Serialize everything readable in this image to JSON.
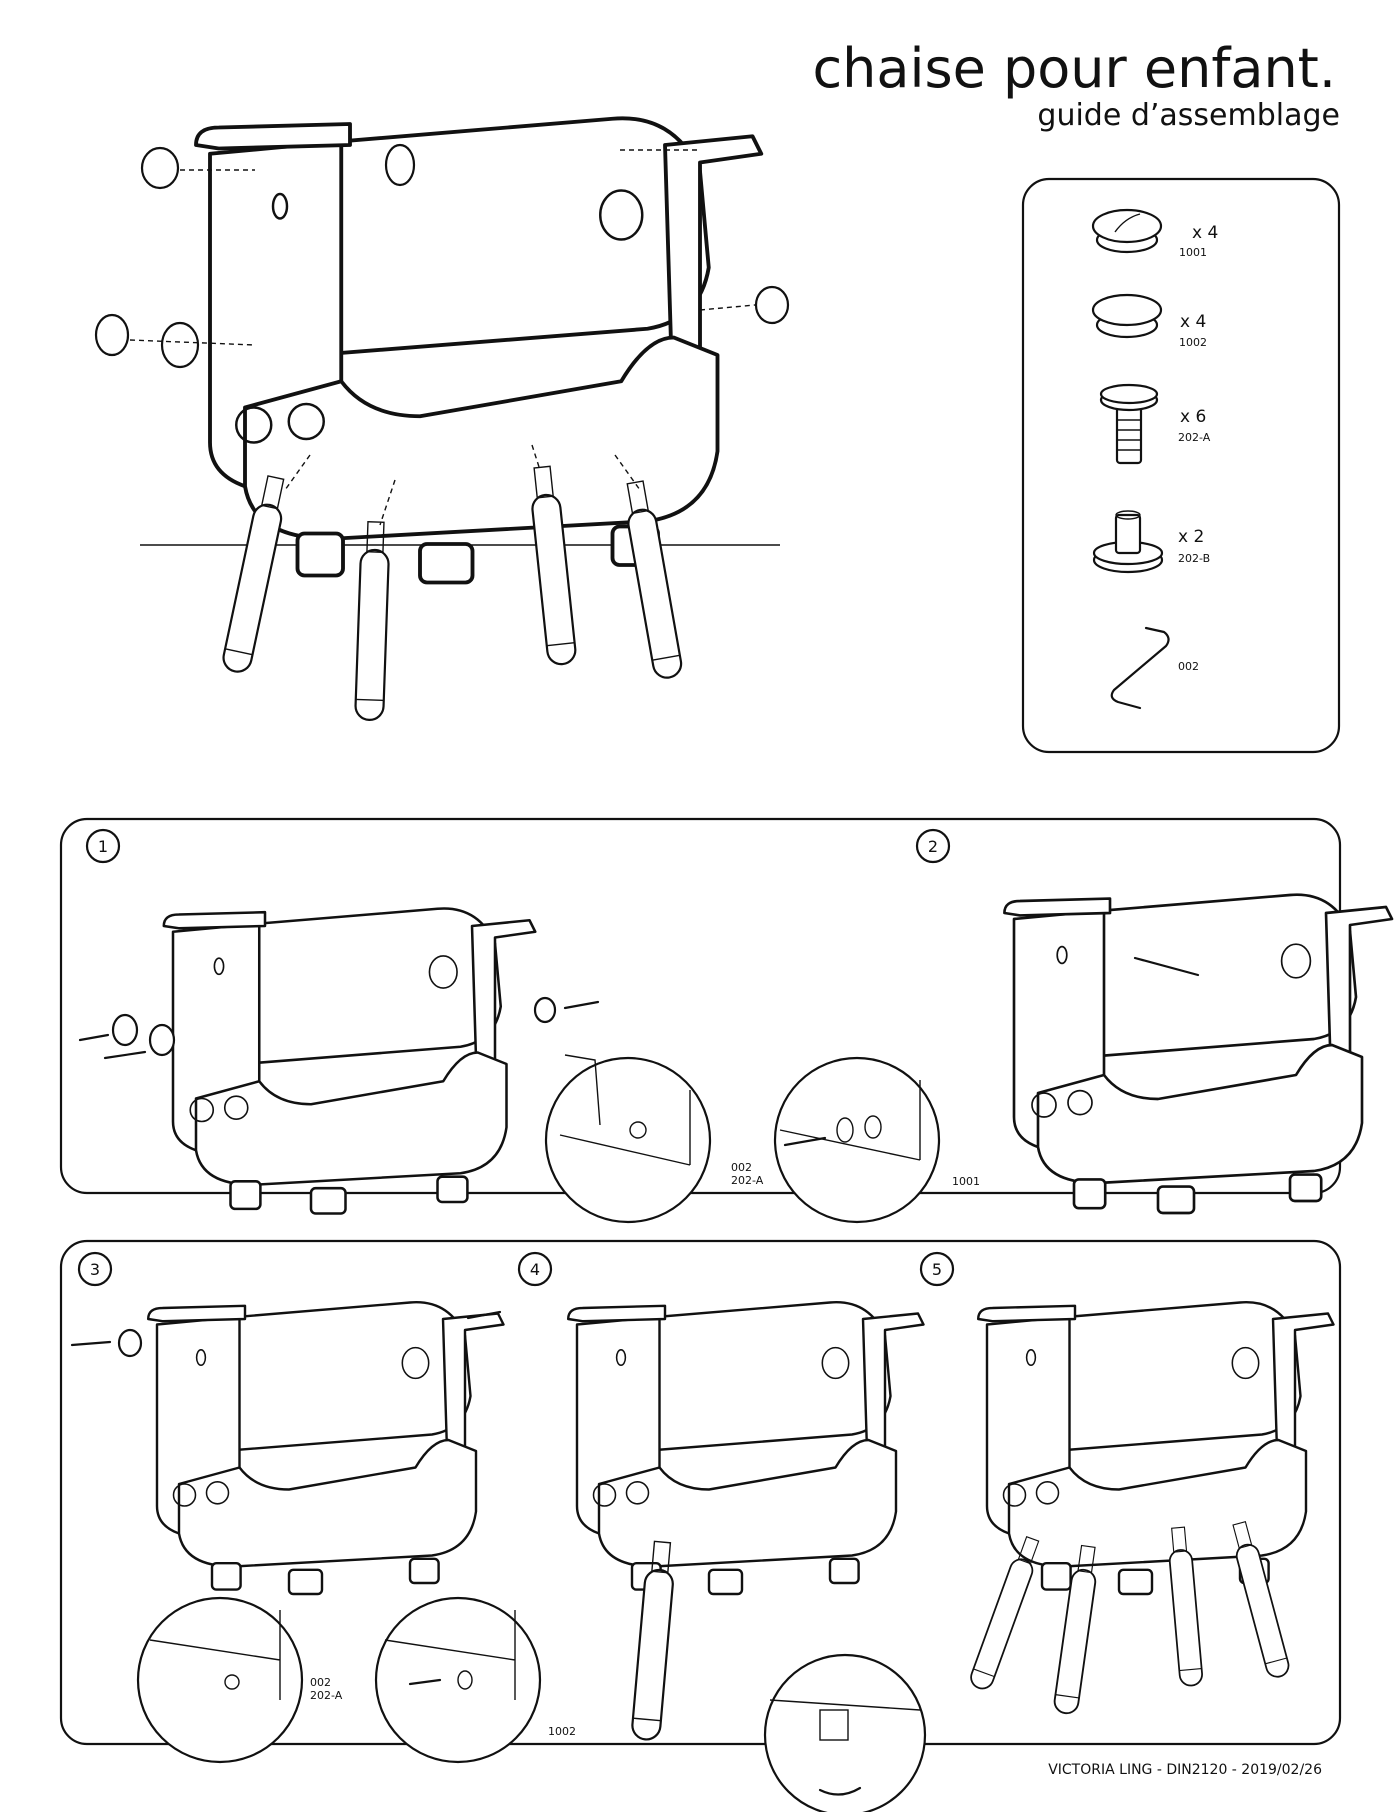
{
  "header": {
    "title": "chaise pour enfant.",
    "subtitle": "guide d’assemblage"
  },
  "parts": [
    {
      "qty": "x 4",
      "code": "1001",
      "icon": "slotted-cap"
    },
    {
      "qty": "x 4",
      "code": "1002",
      "icon": "plain-cap"
    },
    {
      "qty": "x 6",
      "code": "202-A",
      "icon": "hex-bolt"
    },
    {
      "qty": "x 2",
      "code": "202-B",
      "icon": "barrel-nut"
    },
    {
      "qty": "",
      "code": "002",
      "icon": "allen-key"
    }
  ],
  "steps": [
    {
      "number": "1"
    },
    {
      "number": "2"
    },
    {
      "number": "3"
    },
    {
      "number": "4"
    },
    {
      "number": "5"
    }
  ],
  "callouts": {
    "step1_a": {
      "line1": "002",
      "line2": "202-A"
    },
    "step1_b": "1001",
    "step3_a": {
      "line1": "002",
      "line2": "202-A"
    },
    "step3_b": "1002"
  },
  "footer": "VICTORIA LING - DIN2120 - 2019/02/26"
}
